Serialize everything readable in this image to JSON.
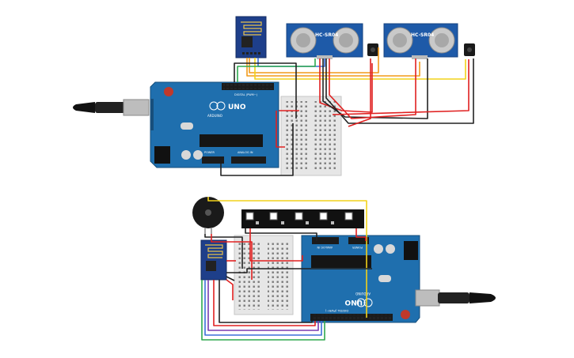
{
  "labels": {
    "sensor_a": "HC-SR04",
    "sensor_b": "HC-SR04",
    "uno_top": "UNO",
    "uno_bottom": "UNO",
    "arduino_top": "ARDUINO",
    "arduino_bottom": "ARDUINO",
    "digital_top": "DIGITAL (PWM~)",
    "digital_bottom": "DIGITAL (PWM~)",
    "power_top": "POWER",
    "analog_top": "ANALOG IN",
    "power_bottom": "POWER",
    "analog_bottom": "ANALOG IN"
  },
  "colors": {
    "board": "#1f6fae",
    "board_dark": "#1a5b8f",
    "sensor": "#1e5aa8",
    "breadboard": "#e6e6e6",
    "wire_red": "#e02020",
    "wire_black": "#222222",
    "wire_orange": "#f29a1a",
    "wire_yellow": "#f2d21a",
    "wire_green": "#2fa84f",
    "wire_purple": "#7a3bb0",
    "wire_blue": "#3b6fd8",
    "usb_cable": "#1a1a1a"
  },
  "icons": {
    "buzzer": "piezo-buzzer-icon",
    "led_strip": "neopixel-strip-icon",
    "wifi": "esp8266-module-icon",
    "ir_sensor": "ir-receiver-icon"
  }
}
